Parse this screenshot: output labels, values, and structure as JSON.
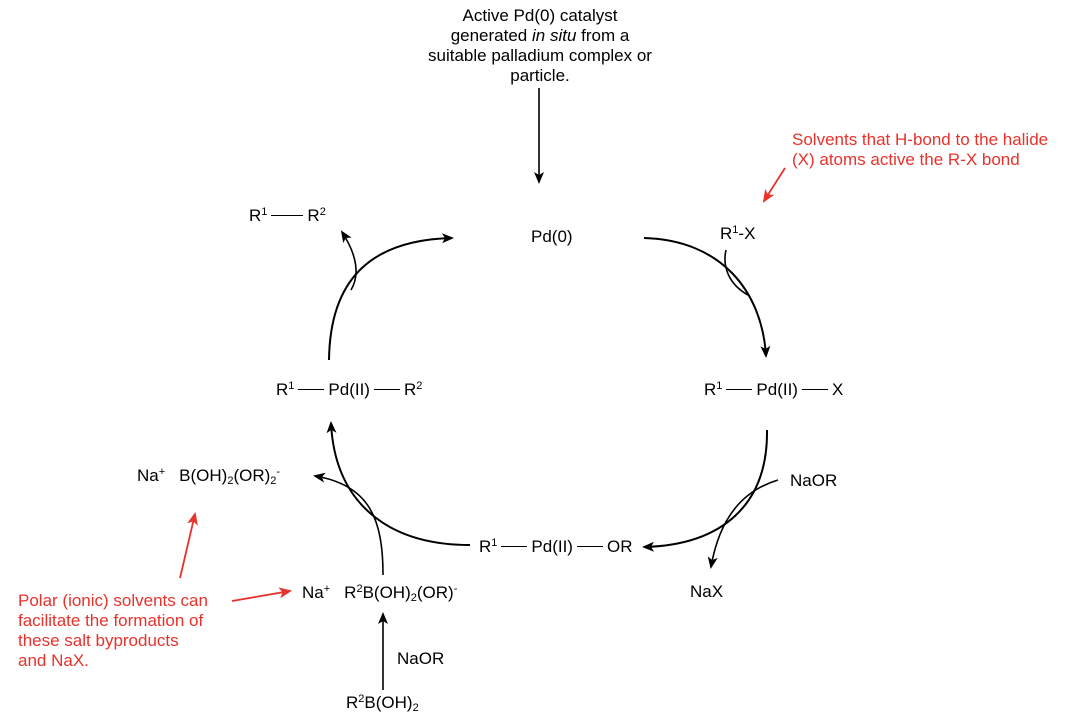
{
  "catalyst_note": {
    "line1": "Active Pd(0) catalyst",
    "line2_pre": "generated ",
    "line2_italic": "in situ",
    "line2_post": " from a",
    "line3": "suitable palladium complex or",
    "line4": "particle."
  },
  "species": {
    "pd0": "Pd(0)",
    "r1x_r": "R",
    "r1x_sup": "1",
    "r1x_rest": "-X",
    "ox_add": {
      "r": "R",
      "sup": "1",
      "pd": "Pd(II)",
      "x": "X"
    },
    "naor_1": "NaOR",
    "nax": "NaX",
    "metathesis": {
      "r": "R",
      "sup": "1",
      "pd": "Pd(II)",
      "or": "OR"
    },
    "boronate": {
      "na": "Na",
      "na_sup": "+",
      "r": "R",
      "r_sup": "2",
      "b": "B(OH)",
      "sub2": "2",
      "or": "(OR)",
      "minus": "-"
    },
    "naor_2": "NaOR",
    "boronic_acid": {
      "r": "R",
      "r_sup": "2",
      "b": "B(OH)",
      "sub2": "2"
    },
    "transmet": {
      "r1": "R",
      "r1_sup": "1",
      "pd": "Pd(II)",
      "r2": "R",
      "r2_sup": "2"
    },
    "borate_salt": {
      "na": "Na",
      "na_sup": "+",
      "b": "B(OH)",
      "sub2a": "2",
      "or": "(OR)",
      "sub2b": "2",
      "minus": "-"
    },
    "product": {
      "r1": "R",
      "r1_sup": "1",
      "r2": "R",
      "r2_sup": "2"
    }
  },
  "annotations": {
    "solvents_hbond": {
      "line1": "Solvents that H-bond to the halide",
      "line2": "(X) atoms active the R-X bond"
    },
    "polar_solvents": {
      "line1": "Polar (ionic) solvents can",
      "line2": "facilitate the formation of",
      "line3": "these salt byproducts",
      "line4": "and NaX."
    }
  },
  "colors": {
    "annotation": "#e8322c",
    "structure": "#000000"
  }
}
